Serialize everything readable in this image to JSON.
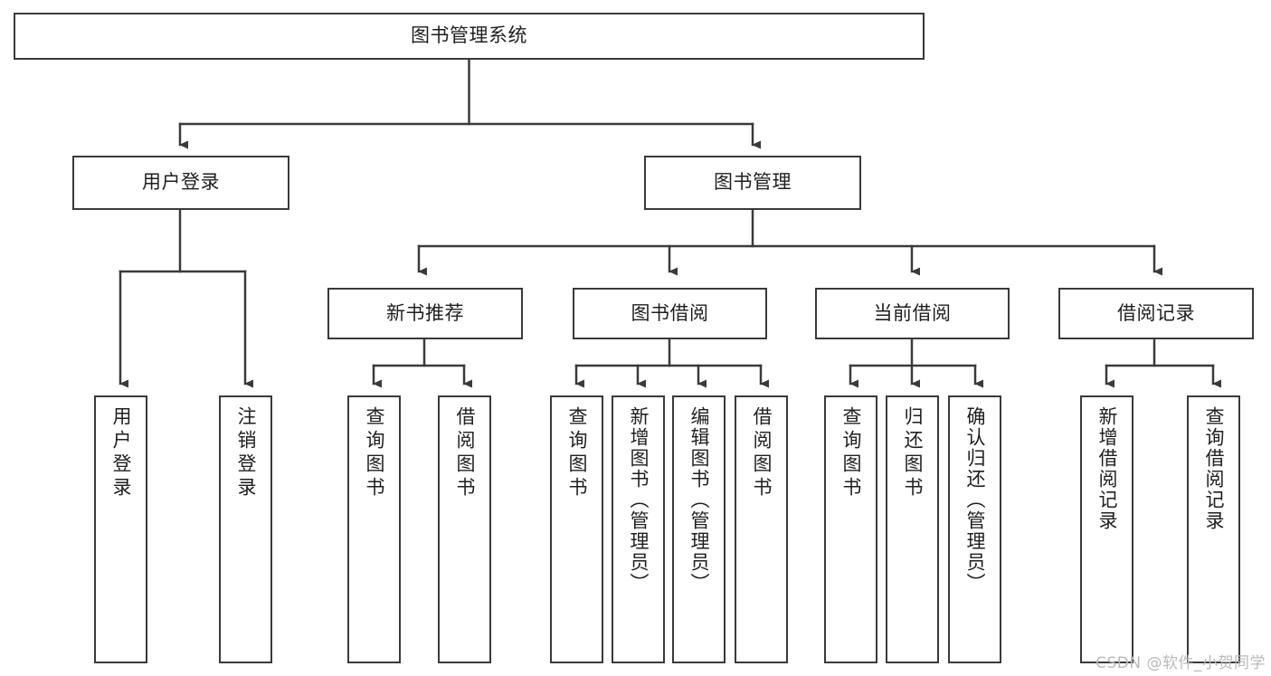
{
  "diagram": {
    "type": "tree-hierarchy-chart",
    "title": "图书管理系统",
    "watermark": "CSDN @软件_小贺同学",
    "colors": {
      "box_border": "#3a3a3a",
      "box_fill": "#ffffff",
      "connector": "#3a3a3a",
      "text": "#1f1f1f",
      "watermark": "#b9b9b9",
      "background": "#ffffff"
    },
    "root": {
      "label": "图书管理系统"
    },
    "level2": [
      {
        "label": "用户登录"
      },
      {
        "label": "图书管理"
      }
    ],
    "level3": [
      {
        "label": "新书推荐"
      },
      {
        "label": "图书借阅"
      },
      {
        "label": "当前借阅"
      },
      {
        "label": "借阅记录"
      }
    ],
    "leaves": {
      "user_login": [
        {
          "label": "用户登录"
        },
        {
          "label": "注销登录"
        }
      ],
      "new_book_recommend": [
        {
          "label": "查询图书"
        },
        {
          "label": "借阅图书"
        }
      ],
      "book_borrow": [
        {
          "label": "查询图书"
        },
        {
          "label": "新增图书（管理员）"
        },
        {
          "label": "编辑图书（管理员）"
        },
        {
          "label": "借阅图书"
        }
      ],
      "current_borrow": [
        {
          "label": "查询图书"
        },
        {
          "label": "归还图书"
        },
        {
          "label": "确认归还（管理员）"
        }
      ],
      "borrow_record": [
        {
          "label": "新增借阅记录"
        },
        {
          "label": "查询借阅记录"
        }
      ]
    }
  }
}
